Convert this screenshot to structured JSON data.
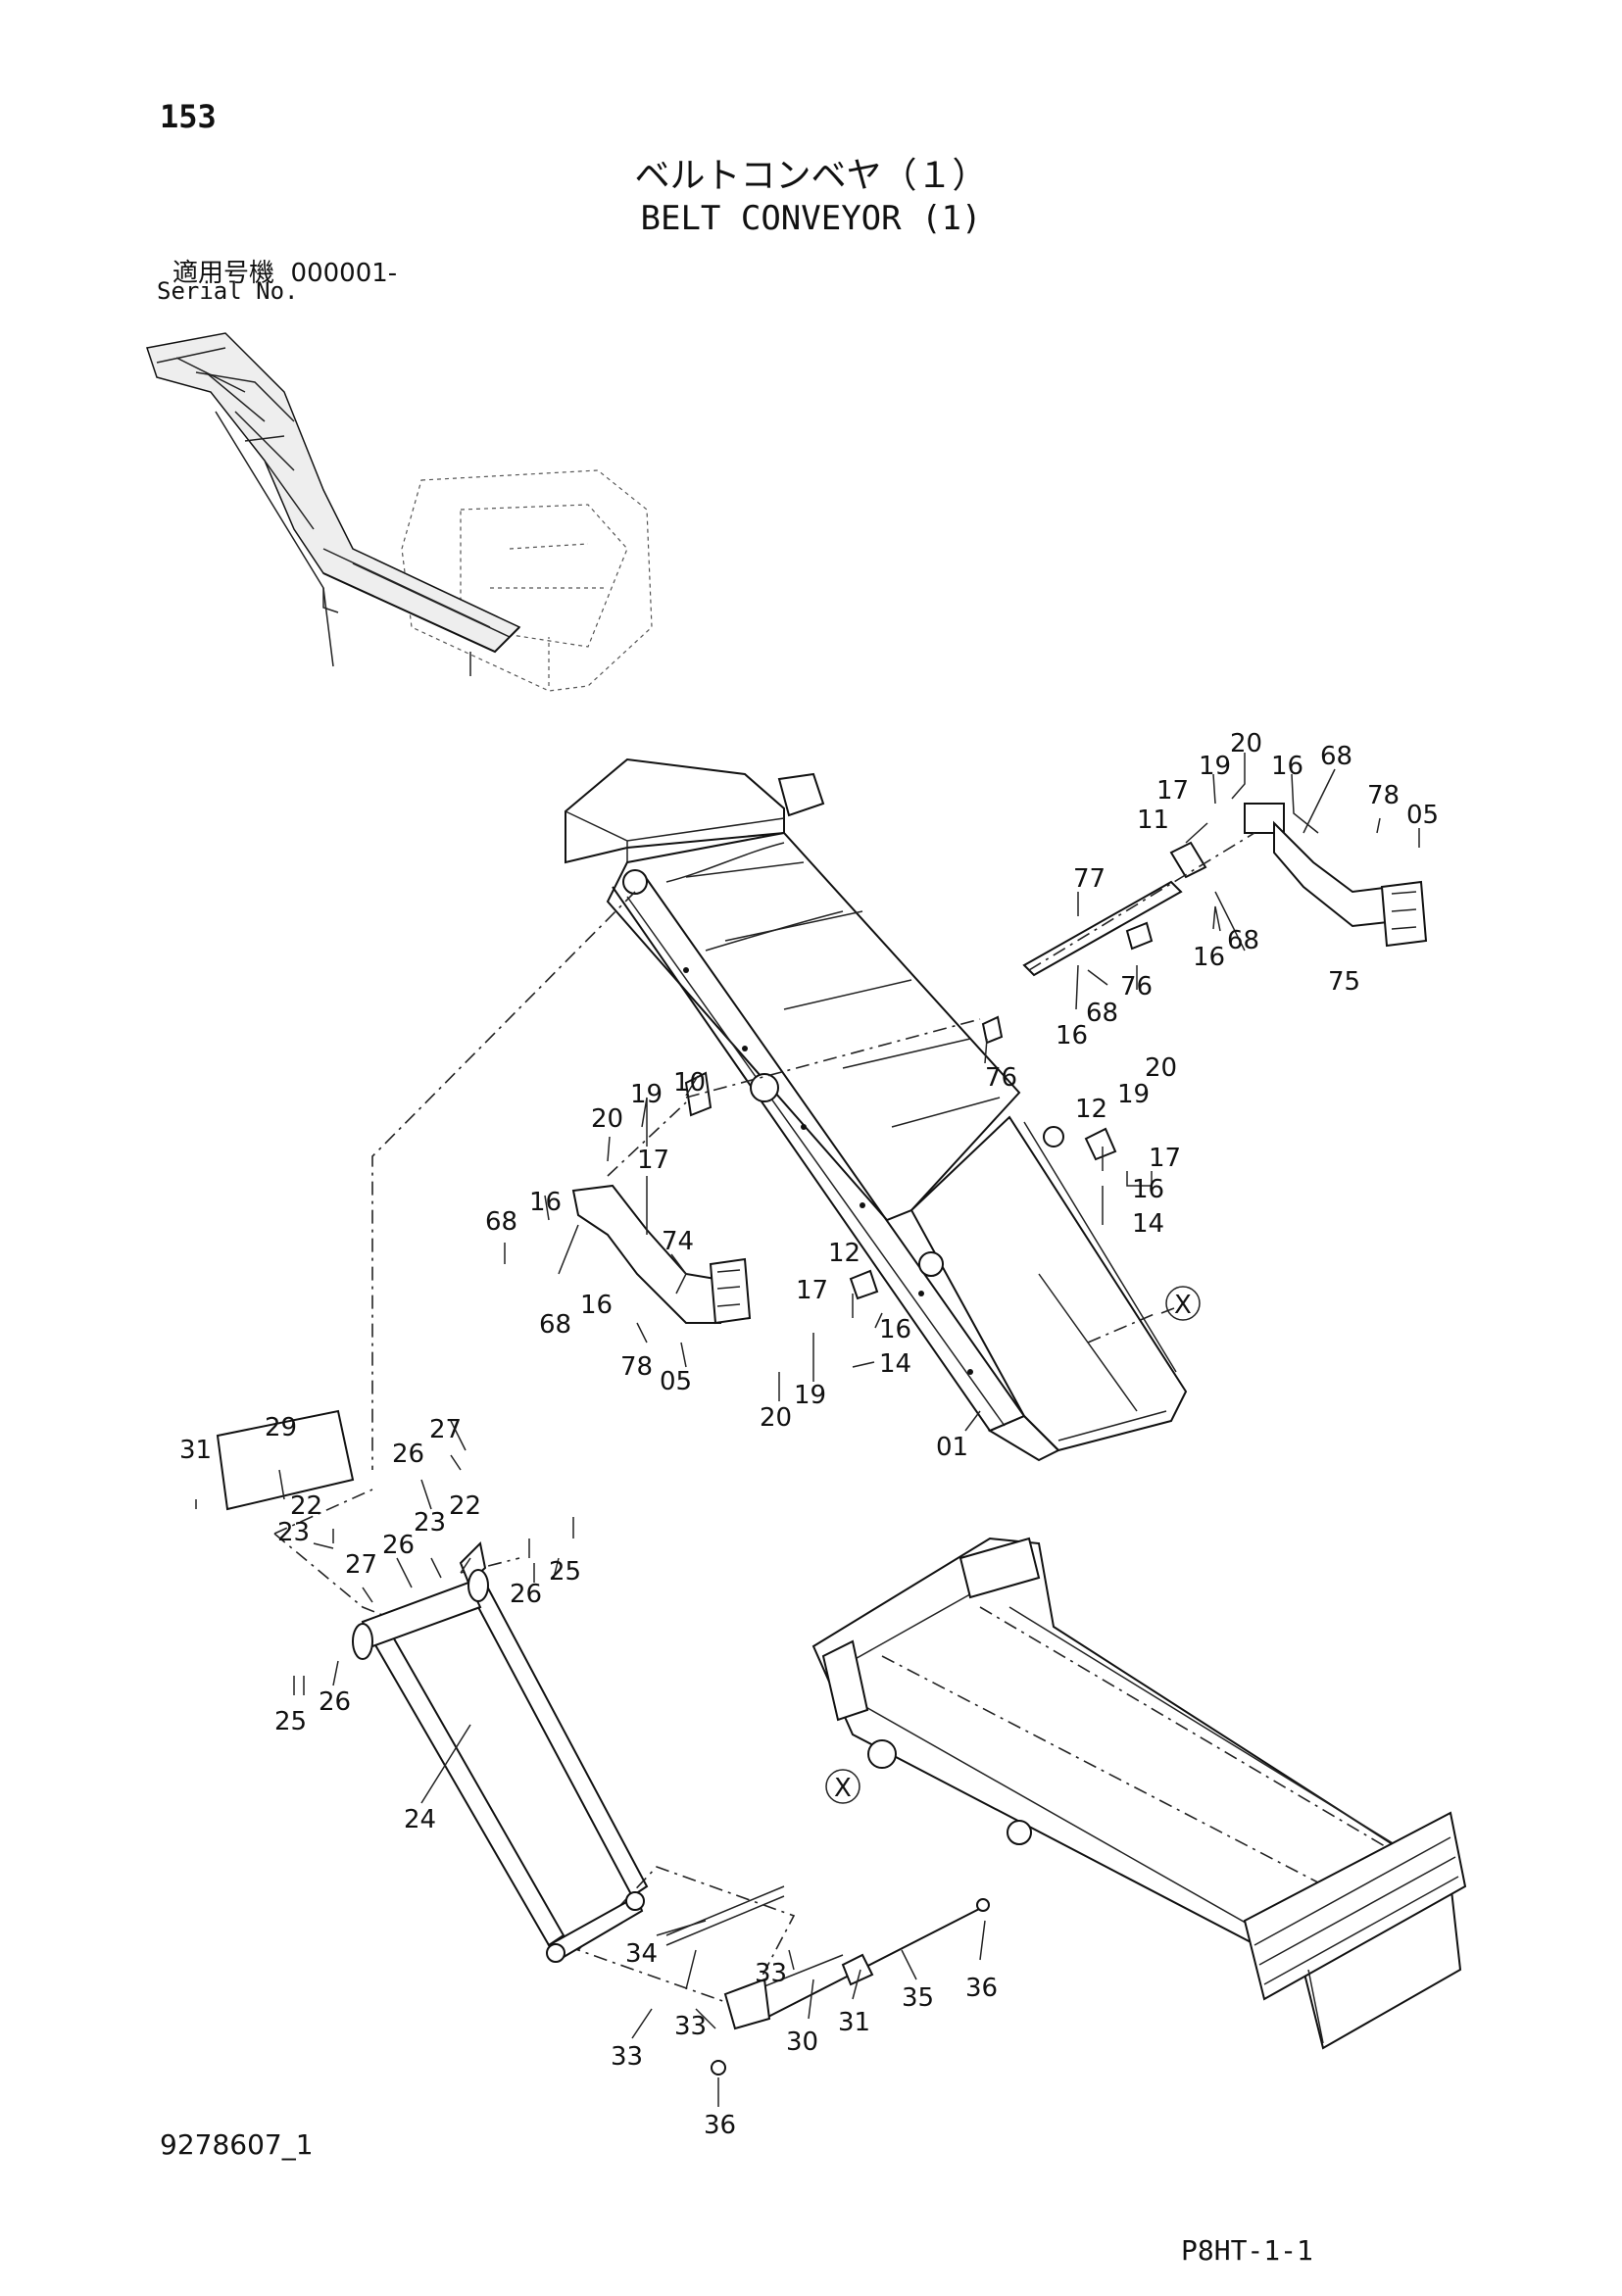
{
  "header": {
    "page_number": "153",
    "title_jp": "ベルトコンベヤ（１）",
    "title_en": "BELT CONVEYOR (1)",
    "serial_label_jp": "適用号機",
    "serial_value": "000001-",
    "serial_label_en": "Serial No."
  },
  "footer": {
    "drawing_number": "9278607_1",
    "page_code": "P8HT-1-1"
  },
  "callouts": [
    "20",
    "19",
    "16",
    "68",
    "17",
    "78",
    "05",
    "11",
    "77",
    "16",
    "68",
    "76",
    "16",
    "68",
    "75",
    "76",
    "10",
    "19",
    "20",
    "17",
    "68",
    "16",
    "74",
    "68",
    "16",
    "78",
    "05",
    "12",
    "19",
    "20",
    "17",
    "16",
    "14",
    "12",
    "17",
    "16",
    "14",
    "19",
    "20",
    "01",
    "X",
    "29",
    "31",
    "27",
    "26",
    "22",
    "23",
    "23",
    "22",
    "27",
    "26",
    "26",
    "25",
    "25",
    "26",
    "24",
    "36",
    "35",
    "34",
    "33",
    "33",
    "33",
    "31",
    "30",
    "36",
    "X"
  ]
}
